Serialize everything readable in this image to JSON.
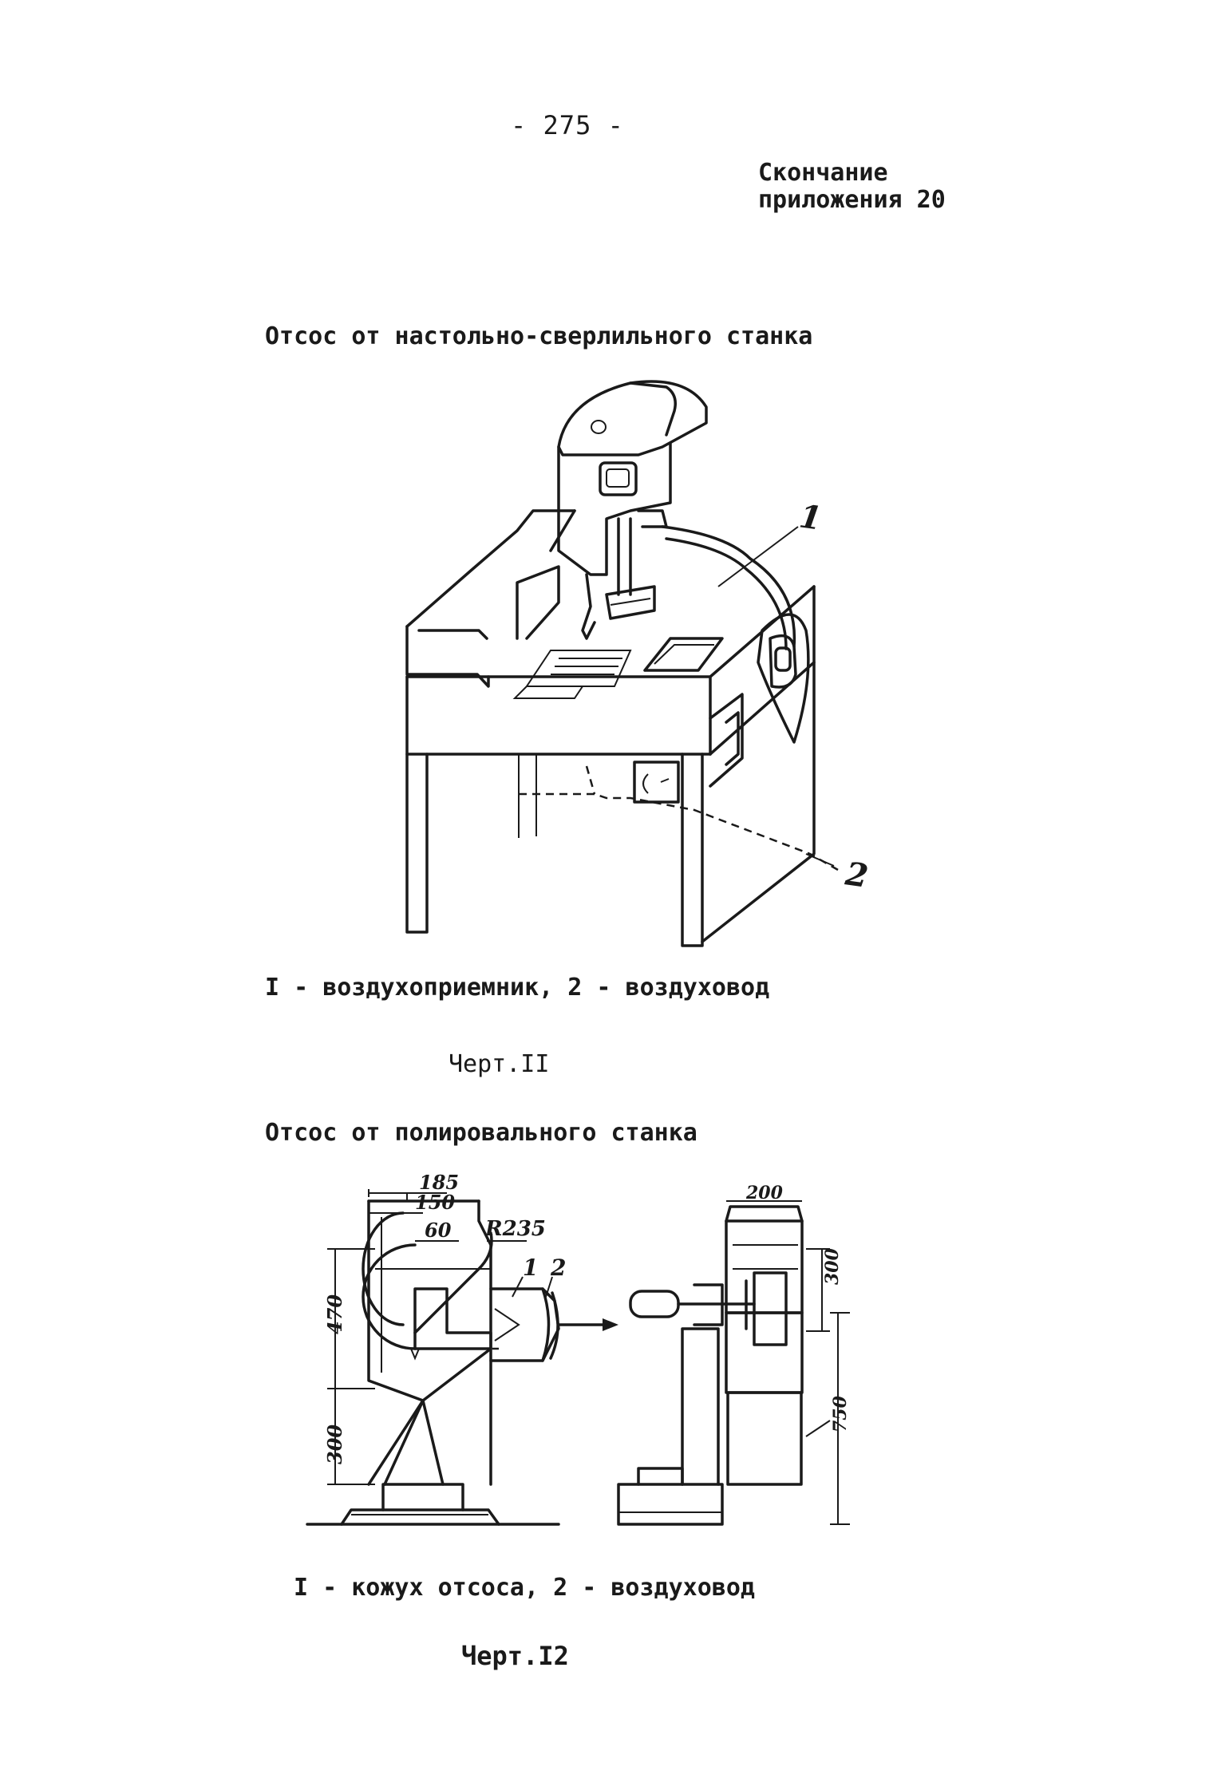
{
  "page": {
    "number": "- 275 -",
    "appendix_note_line1": "Скончание",
    "appendix_note_line2": "приложения 20"
  },
  "section1": {
    "title": "Отсос от настольно-сверлильного станка",
    "caption": "I - воздухоприемник, 2 - воздуховод",
    "figure_label": "Черт.II",
    "callouts": [
      "1",
      "2"
    ]
  },
  "section2": {
    "title": "Отсос от полировального станка",
    "caption": "I - кожух отсоса, 2 - воздуховод",
    "figure_label": "Черт.I2",
    "dimensions": [
      "185",
      "150",
      "60",
      "R235",
      "470",
      "300",
      "200",
      "300",
      "750"
    ],
    "callouts": [
      "1",
      "2"
    ]
  }
}
